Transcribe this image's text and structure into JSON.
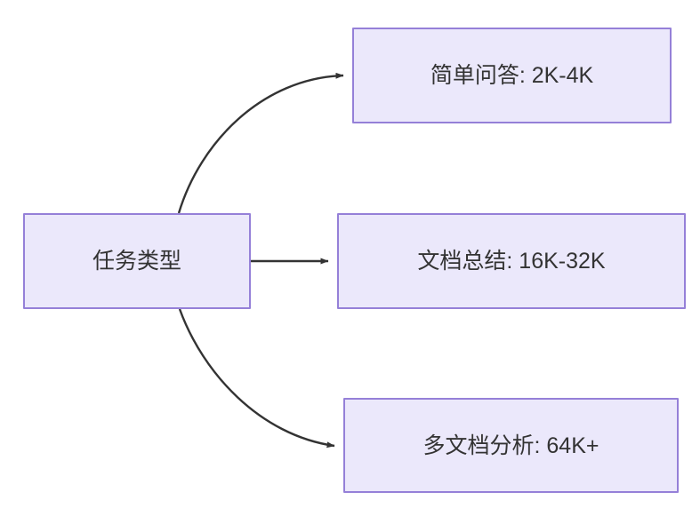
{
  "diagram": {
    "type": "flowchart",
    "direction": "left-to-right",
    "background_color": "#ffffff",
    "node_fill_color": "#ebe8fb",
    "node_border_color": "#9580d8",
    "node_text_color": "#333333",
    "edge_color": "#333333",
    "nodes": [
      {
        "id": "root",
        "label": "任务类型"
      },
      {
        "id": "simple_qa",
        "label": "简单问答: 2K-4K"
      },
      {
        "id": "doc_summary",
        "label": "文档总结: 16K-32K"
      },
      {
        "id": "multi_doc",
        "label": "多文档分析: 64K+"
      }
    ],
    "edges": [
      {
        "from": "root",
        "to": "simple_qa",
        "style": "curved",
        "arrowhead": "filled-triangle",
        "label": ""
      },
      {
        "from": "root",
        "to": "doc_summary",
        "style": "straight",
        "arrowhead": "filled-triangle",
        "label": ""
      },
      {
        "from": "root",
        "to": "multi_doc",
        "style": "curved",
        "arrowhead": "filled-triangle",
        "label": ""
      }
    ]
  }
}
